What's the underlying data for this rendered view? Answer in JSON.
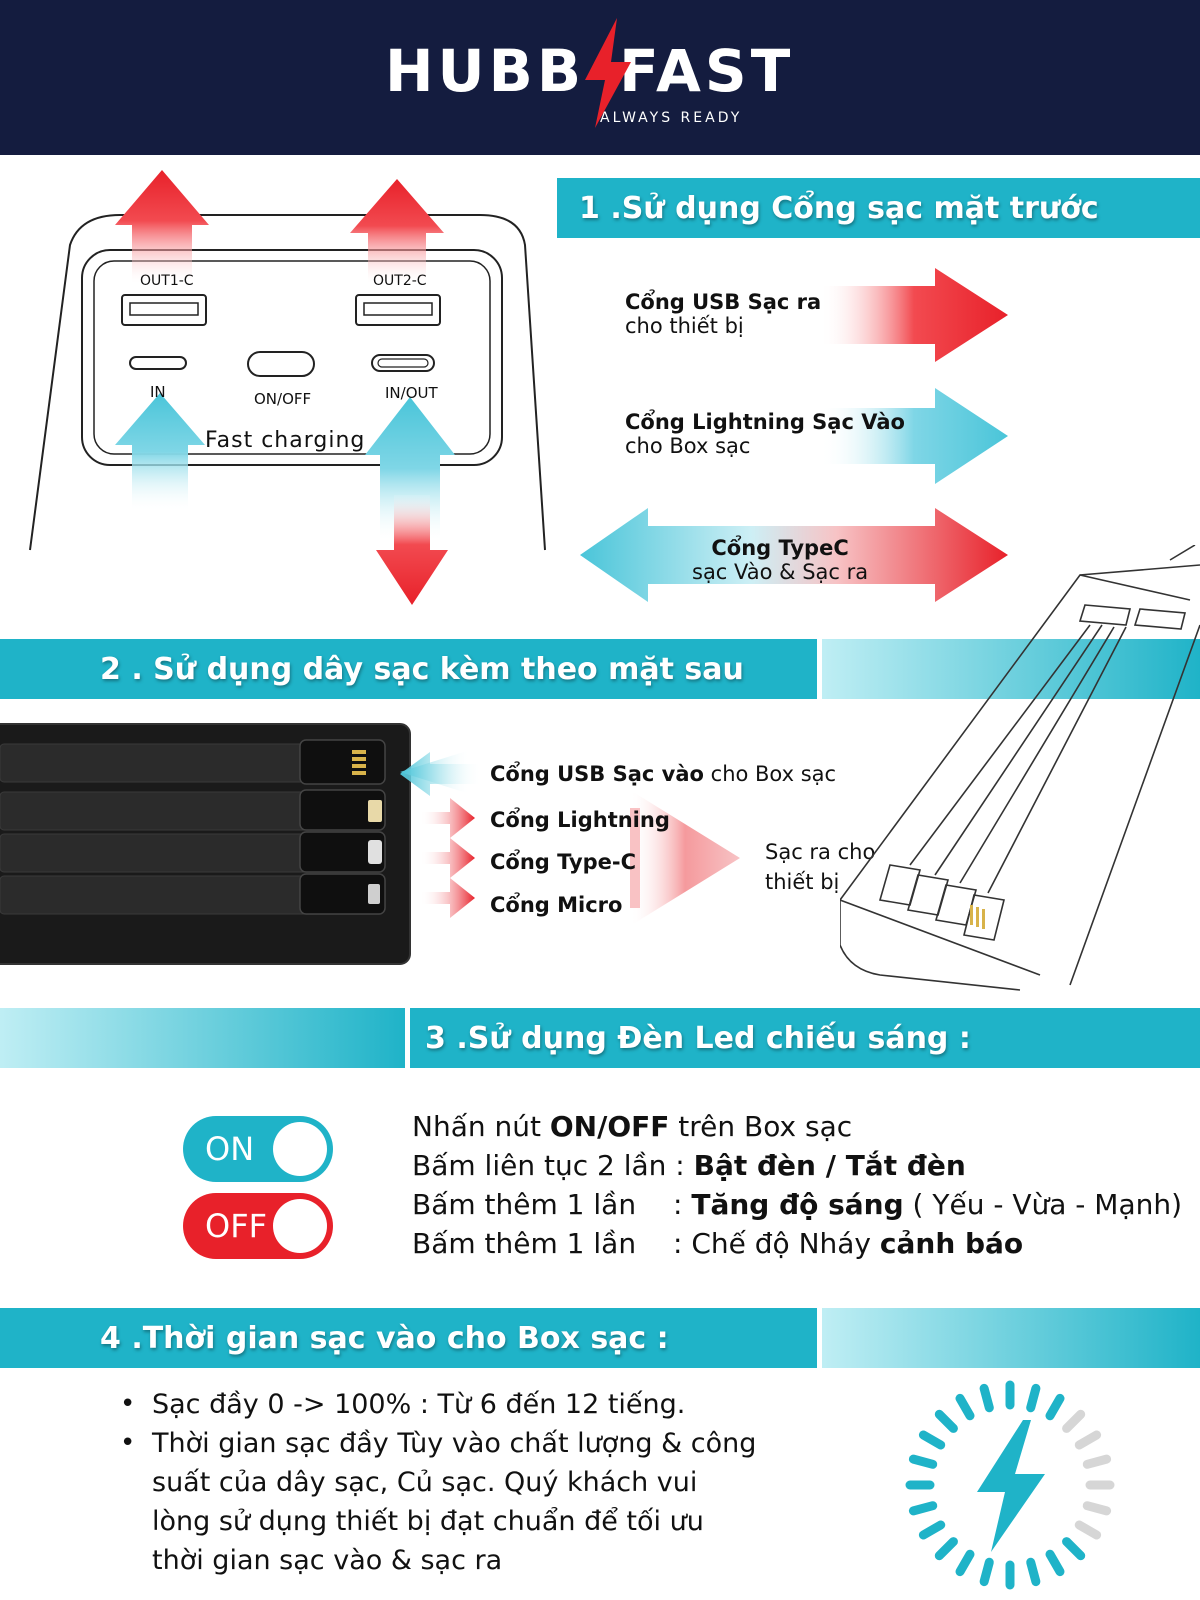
{
  "header": {
    "brand_left": "HUBB",
    "brand_right": "FAST",
    "tagline": "ALWAYS READY"
  },
  "section1": {
    "title": "1 .Sử dụng Cổng sạc mặt trước",
    "device": {
      "port_out1": "OUT1-C",
      "port_out2": "OUT2-C",
      "port_in": "IN",
      "port_onoff": "ON/OFF",
      "port_inout": "IN/OUT",
      "caption": "Fast charging"
    },
    "items": [
      {
        "bold": "Cổng USB Sạc ra",
        "normal": "cho thiết bị"
      },
      {
        "bold": "Cổng Lightning Sạc Vào",
        "normal": "cho Box sạc"
      },
      {
        "bold": "Cổng TypeC",
        "normal": "sạc Vào & Sạc ra"
      }
    ]
  },
  "section2": {
    "title": "2 . Sử dụng dây sạc kèm theo mặt sau",
    "usb_in_bold": "Cổng USB Sạc vào",
    "usb_in_normal": " cho Box sạc",
    "outputs": [
      "Cổng Lightning",
      "Cổng Type-C",
      "Cổng Micro"
    ],
    "output_note_line1": "Sạc ra cho",
    "output_note_line2": "thiết bị"
  },
  "section3": {
    "title": "3 .Sử dụng Đèn Led chiếu sáng :",
    "toggle_on": "ON",
    "toggle_off": "OFF",
    "line1_a": "Nhấn nút ",
    "line1_b": "ON/OFF",
    "line1_c": " trên Box sạc",
    "line2_a": "Bấm liên tục 2 lần : ",
    "line2_b": "Bật đèn / Tắt đèn",
    "line3_a": "Bấm thêm 1 lần",
    "line3_b": ": ",
    "line3_c": "Tăng độ sáng",
    "line3_d": " ( Yếu - Vừa - Mạnh)",
    "line4_a": "Bấm thêm 1 lần",
    "line4_b": ": Chế độ Nháy ",
    "line4_c": "cảnh báo"
  },
  "section4": {
    "title": "4 .Thời gian sạc vào cho Box sạc :",
    "bullets": [
      "Sạc đầy 0 -> 100%  :  Từ  6 đến 12 tiếng.",
      "Thời gian sạc đầy Tùy vào chất lượng & công suất của dây sạc, Củ sạc. Quý khách vui lòng sử dụng thiết bị đạt chuẩn để tối ưu thời gian sạc vào & sạc ra"
    ]
  },
  "colors": {
    "navy": "#141c3f",
    "teal": "#1fb3c8",
    "red": "#e8212a",
    "light_blue": "#4ac5d9"
  }
}
